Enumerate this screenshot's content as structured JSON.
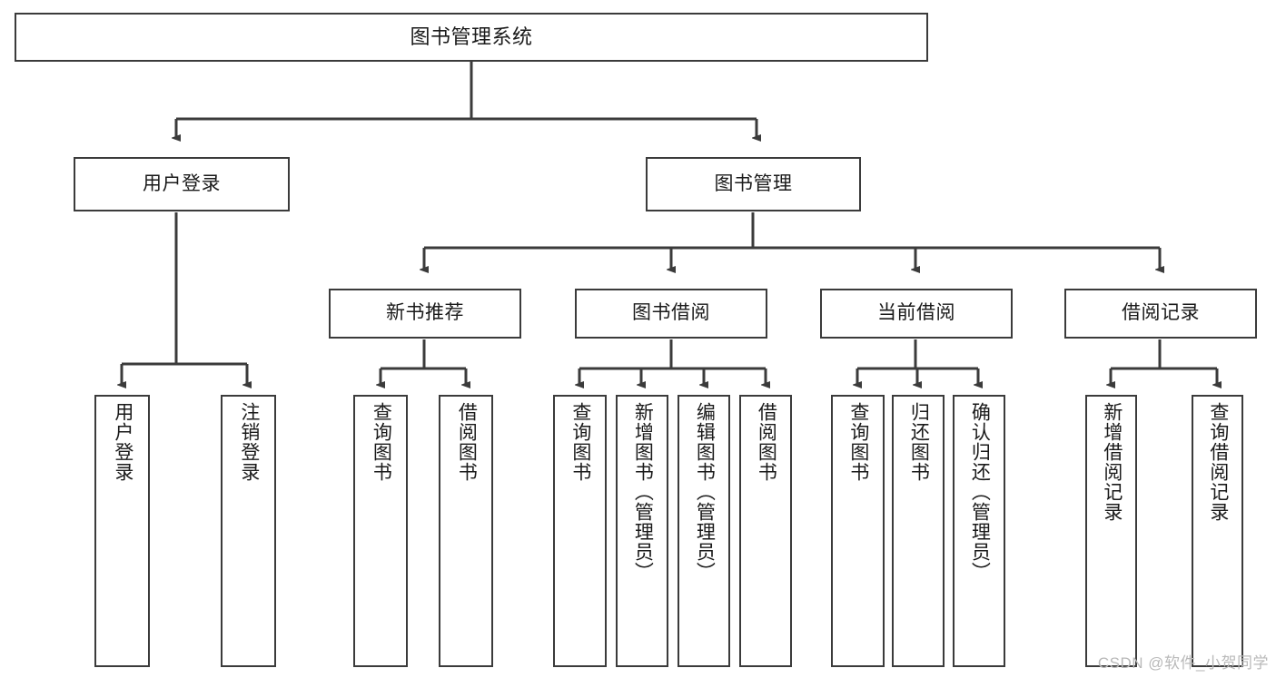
{
  "diagram": {
    "title": "图书管理系统",
    "type": "tree-hierarchy-diagram",
    "root": {
      "label": "图书管理系统"
    },
    "level2": [
      {
        "label": "用户登录"
      },
      {
        "label": "图书管理"
      }
    ],
    "level3": [
      {
        "label": "新书推荐"
      },
      {
        "label": "图书借阅"
      },
      {
        "label": "当前借阅"
      },
      {
        "label": "借阅记录"
      }
    ],
    "leaves": {
      "user_login": [
        {
          "label": "用户登录"
        },
        {
          "label": "注销登录"
        }
      ],
      "new_book_recommend": [
        {
          "label": "查询图书"
        },
        {
          "label": "借阅图书"
        }
      ],
      "book_borrow": [
        {
          "label": "查询图书"
        },
        {
          "label": "新增图书（管理员）"
        },
        {
          "label": "编辑图书（管理员）"
        },
        {
          "label": "借阅图书"
        }
      ],
      "current_borrow": [
        {
          "label": "查询图书"
        },
        {
          "label": "归还图书"
        },
        {
          "label": "确认归还（管理员）"
        }
      ],
      "borrow_record": [
        {
          "label": "新增借阅记录"
        },
        {
          "label": "查询借阅记录"
        }
      ]
    }
  },
  "watermark": {
    "text": "CSDN @软件_小贺同学"
  },
  "colors": {
    "stroke": "#3b3b3b",
    "fill": "#ffffff",
    "text": "#1a1a1a",
    "watermark": "#b9b9b9"
  }
}
